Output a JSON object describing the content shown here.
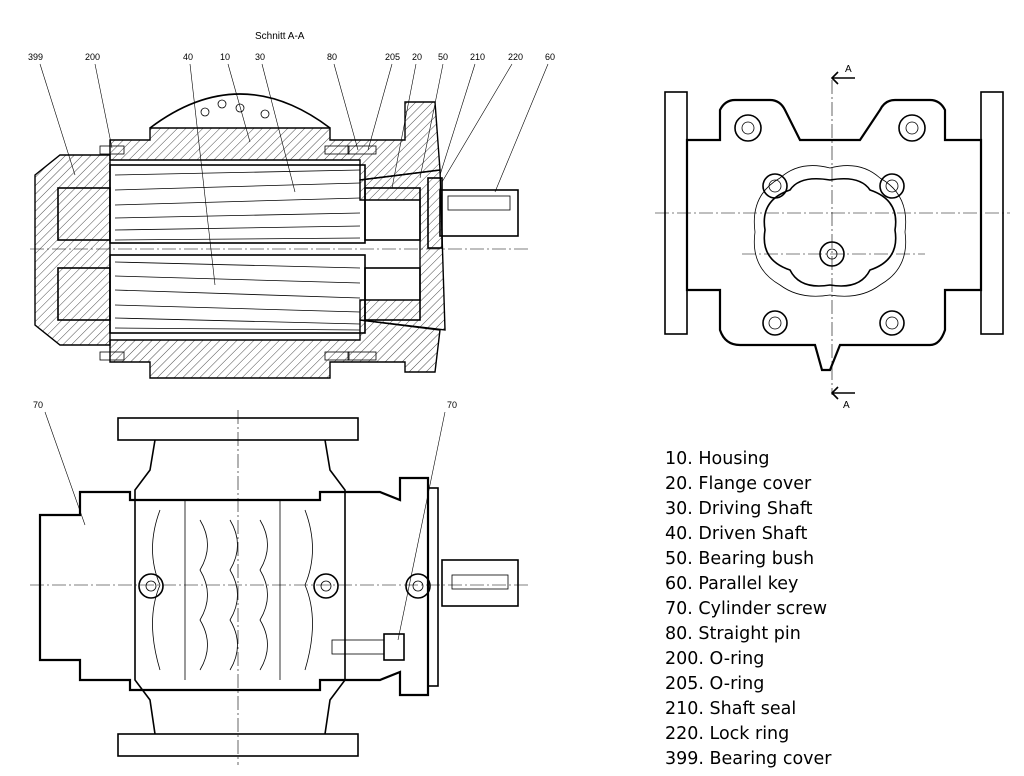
{
  "section_title": "Schnitt A-A",
  "section_letter": "A",
  "callouts_top": [
    "399",
    "200",
    "40",
    "10",
    "30",
    "80",
    "205",
    "20",
    "50",
    "210",
    "220",
    "60"
  ],
  "callouts_bottom": [
    "70",
    "70"
  ],
  "legend": [
    "10. Housing",
    "20. Flange cover",
    "30. Driving Shaft",
    "40. Driven Shaft",
    "50. Bearing bush",
    "60. Parallel key",
    "70. Cylinder screw",
    "80. Straight pin",
    "200. O-ring",
    "205. O-ring",
    "210. Shaft seal",
    "220. Lock ring",
    "399. Bearing cover"
  ]
}
